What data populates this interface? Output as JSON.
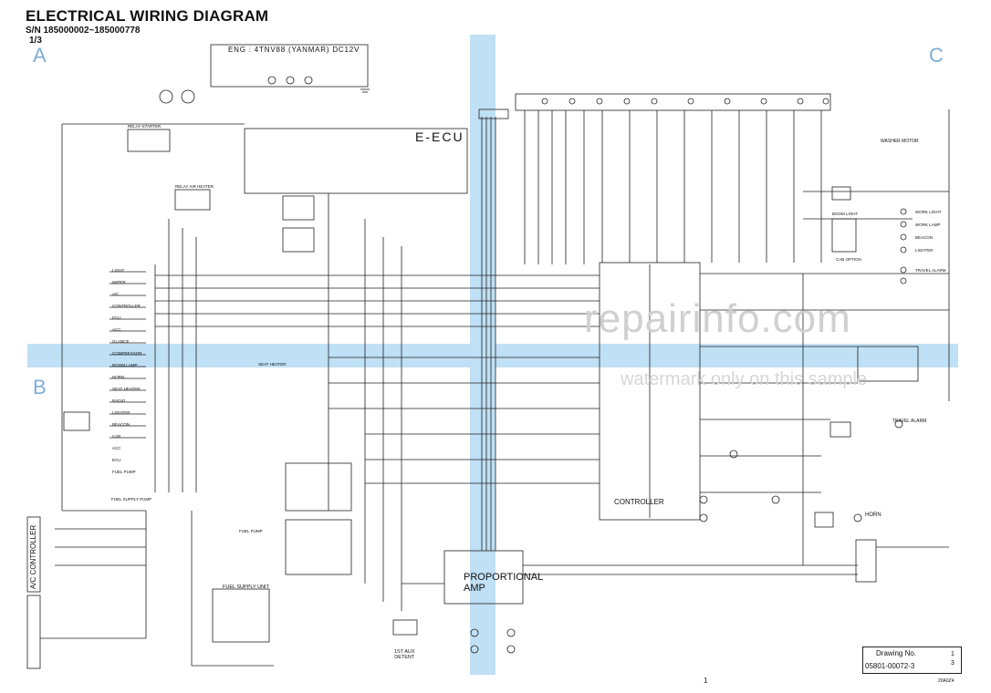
{
  "header": {
    "title": "ELECTRICAL WIRING DIAGRAM",
    "serial_range": "185000002~185000778",
    "sheet": "1/3"
  },
  "grid": {
    "letters": [
      "A",
      "B",
      "C"
    ]
  },
  "blocks": {
    "engine": "ENG : 4TNV88 (YANMAR)   DC12V",
    "ecu": "E-ECU",
    "controller": "CONTROLLER",
    "amp_line1": "PROPORTIONAL",
    "amp_line2": "AMP",
    "ac_controller": "A/C CONTROLLER",
    "fuel_supply_unit": "FUEL SUPPLY UNIT",
    "horn": "HORN",
    "travel_alarm": "TRAVEL ALARM",
    "washer_motor": "WASHER MOTOR",
    "detent_line1": "1ST AUX",
    "detent_line2": "DETENT",
    "relay_starter": "RELAY STARTER",
    "relay_air_heater": "RELAY AIR HEATER",
    "fuel_pump": "FUEL PUMP",
    "fuel_supply_pump": "FUEL SUPPLY PUMP",
    "seat_heater": "SEAT HEATER",
    "boom_light": "BOOM LIGHT",
    "cab_option": "CAB OPTION"
  },
  "left_list": [
    "LIGHT",
    "WIPER",
    "A/C",
    "CONTROLLER",
    "ECU",
    "ACC",
    "GLANCE",
    "COMPRESSOR",
    "ROOM LAMP",
    "HORN",
    "SEAT HEATER",
    "RADIO",
    "LIGHTER",
    "BEACON",
    "CAB",
    "ACC",
    "ECU",
    "FUEL PUMP"
  ],
  "right_list": [
    "WORK LIGHT",
    "WORK LAMP",
    "BEACON",
    "LIGHTER",
    "TRAVEL ALARM"
  ],
  "watermark": {
    "main": "repairinfo.com",
    "sub": "watermark only on this sample"
  },
  "title_block": {
    "heading": "Drawing No.",
    "number": "05801-00072-3",
    "sheet_num": "1",
    "sheet_den": "3"
  },
  "footer": {
    "page": "1",
    "code": "20A0Z4"
  },
  "colors": {
    "band": "#bfe0f5",
    "grid_letter": "#7eaed8",
    "line": "#222222",
    "watermark": "#d0d0d0"
  }
}
